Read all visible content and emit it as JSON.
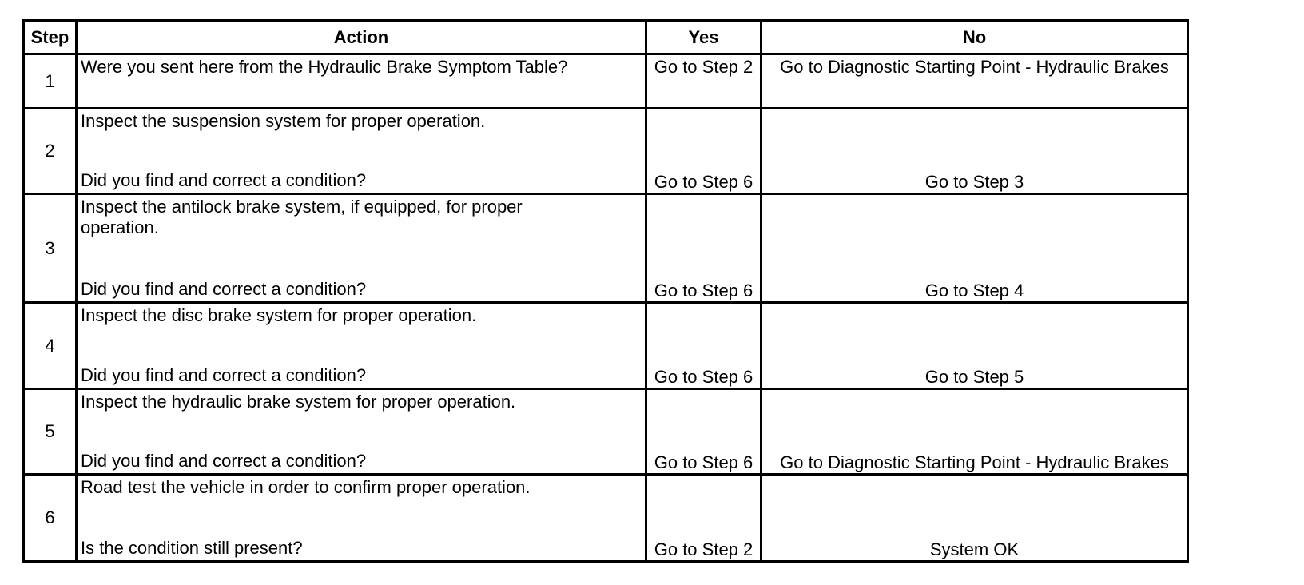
{
  "headers": {
    "step": "Step",
    "action": "Action",
    "yes": "Yes",
    "no": "No"
  },
  "rows": [
    {
      "step": "1",
      "action_main": "Were you sent here from the Hydraulic Brake Symptom Table?",
      "action_question": "",
      "yes": "Go to Step 2",
      "no": "Go to Diagnostic Starting Point - Hydraulic Brakes"
    },
    {
      "step": "2",
      "action_main": "Inspect the suspension system for proper operation.",
      "action_question": "Did you find and correct a condition?",
      "yes": "Go to Step 6",
      "no": "Go to Step 3"
    },
    {
      "step": "3",
      "action_main": "Inspect the antilock brake system, if equipped, for proper operation.",
      "action_question": "Did you find and correct a condition?",
      "yes": "Go to Step 6",
      "no": "Go to Step 4"
    },
    {
      "step": "4",
      "action_main": "Inspect the disc brake system for proper operation.",
      "action_question": "Did you find and correct a condition?",
      "yes": "Go to Step 6",
      "no": "Go to Step 5"
    },
    {
      "step": "5",
      "action_main": "Inspect the hydraulic brake system for proper operation.",
      "action_question": "Did you find and correct a condition?",
      "yes": "Go to Step 6",
      "no": "Go to Diagnostic Starting Point - Hydraulic Brakes"
    },
    {
      "step": "6",
      "action_main": "Road test the vehicle in order to confirm proper operation.",
      "action_question": "Is the condition still present?",
      "yes": "Go to Step 2",
      "no": "System OK"
    }
  ]
}
